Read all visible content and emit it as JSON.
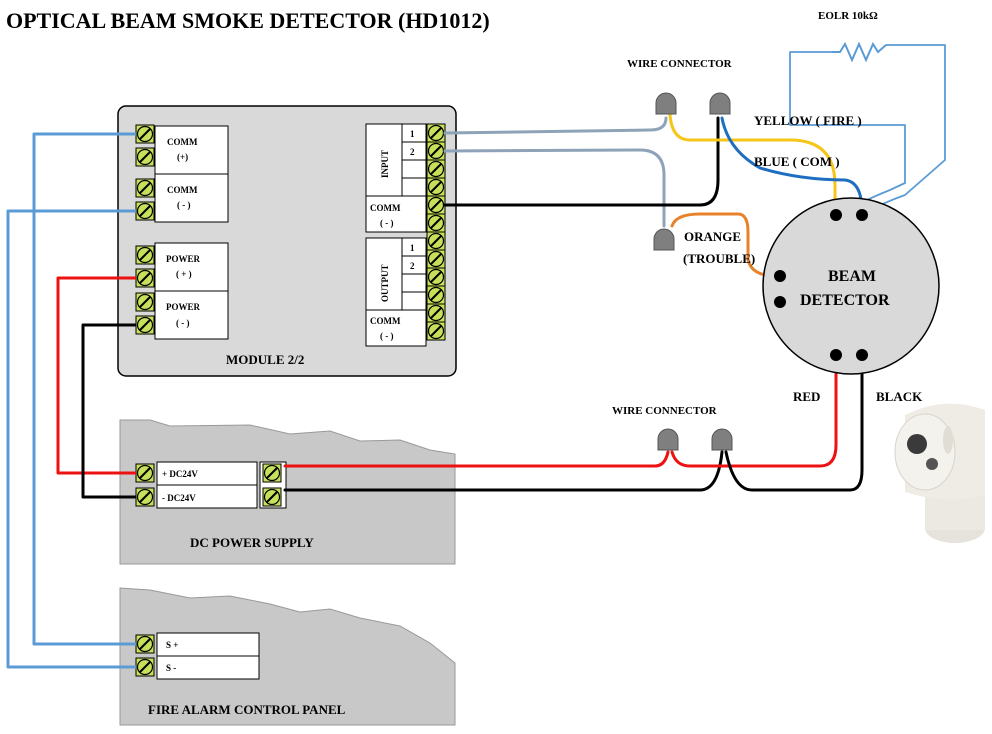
{
  "title": "OPTICAL BEAM SMOKE DETECTOR (HD1012)",
  "eolr": {
    "label": "EOLR 10kΩ"
  },
  "module": {
    "label": "MODULE 2/2",
    "left_terminals": [
      {
        "label": "COMM",
        "sign": "(+)"
      },
      {
        "label": "COMM",
        "sign": "( - )"
      },
      {
        "label": "POWER",
        "sign": "( + )"
      },
      {
        "label": "POWER",
        "sign": "( - )"
      }
    ],
    "input_label": "INPUT",
    "input_pins": [
      "1",
      "2"
    ],
    "input_comm": {
      "label": "COMM",
      "sign": "( - )"
    },
    "output_label": "OUTPUT",
    "output_pins": [
      "1",
      "2"
    ],
    "output_comm": {
      "label": "COMM",
      "sign": "( - )"
    }
  },
  "power_supply": {
    "label": "DC POWER SUPPLY",
    "terminals": [
      "+ DC24V",
      "-  DC24V"
    ]
  },
  "panel": {
    "label": "FIRE ALARM CONTROL PANEL",
    "terminals": [
      "S +",
      "S -"
    ]
  },
  "wire_connector_top": "WIRE CONNECTOR",
  "wire_connector_bottom": "WIRE CONNECTOR",
  "wires": {
    "yellow": "YELLOW ( FIRE )",
    "blue": "BLUE ( COM )",
    "orange": "ORANGE",
    "orange_sub": "(TROUBLE)",
    "red": "RED",
    "black": "BLACK"
  },
  "detector": {
    "line1": "BEAM",
    "line2": "DETECTOR"
  },
  "colors": {
    "red": "#ee1111",
    "black": "#000000",
    "light_blue": "#5b9bd5",
    "gray_blue": "#8ea3b8",
    "yellow": "#f5c518",
    "dark_blue": "#1f6fc0",
    "orange": "#e8822a",
    "panel_gray": "#d9d9d9",
    "terminal_green": "#c6e05a"
  }
}
